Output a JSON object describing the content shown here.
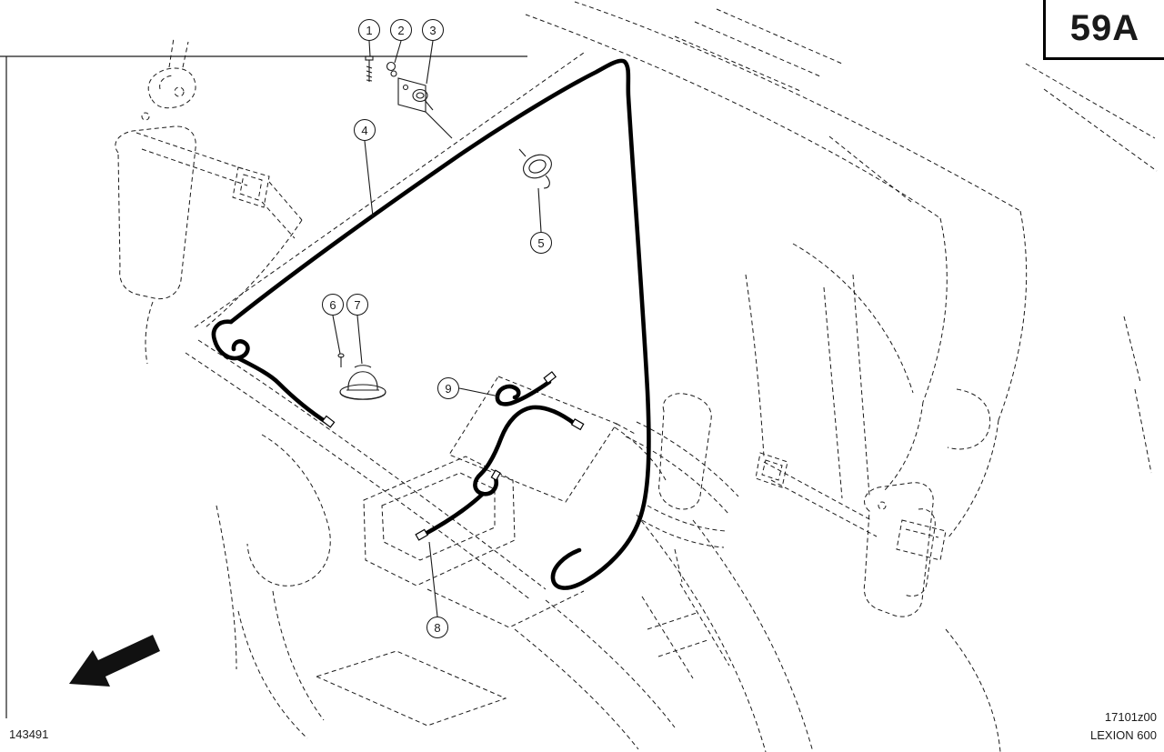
{
  "header": {
    "section_code": "59A"
  },
  "footer": {
    "page_number": "143491",
    "drawing_code": "17101z00",
    "model_name": "LEXION 600"
  },
  "colors": {
    "ink": "#1a1a1a",
    "paper": "#ffffff"
  },
  "callouts": [
    {
      "number": "1"
    },
    {
      "number": "2"
    },
    {
      "number": "3"
    },
    {
      "number": "4"
    },
    {
      "number": "5"
    },
    {
      "number": "6"
    },
    {
      "number": "7"
    },
    {
      "number": "8"
    },
    {
      "number": "9"
    }
  ]
}
